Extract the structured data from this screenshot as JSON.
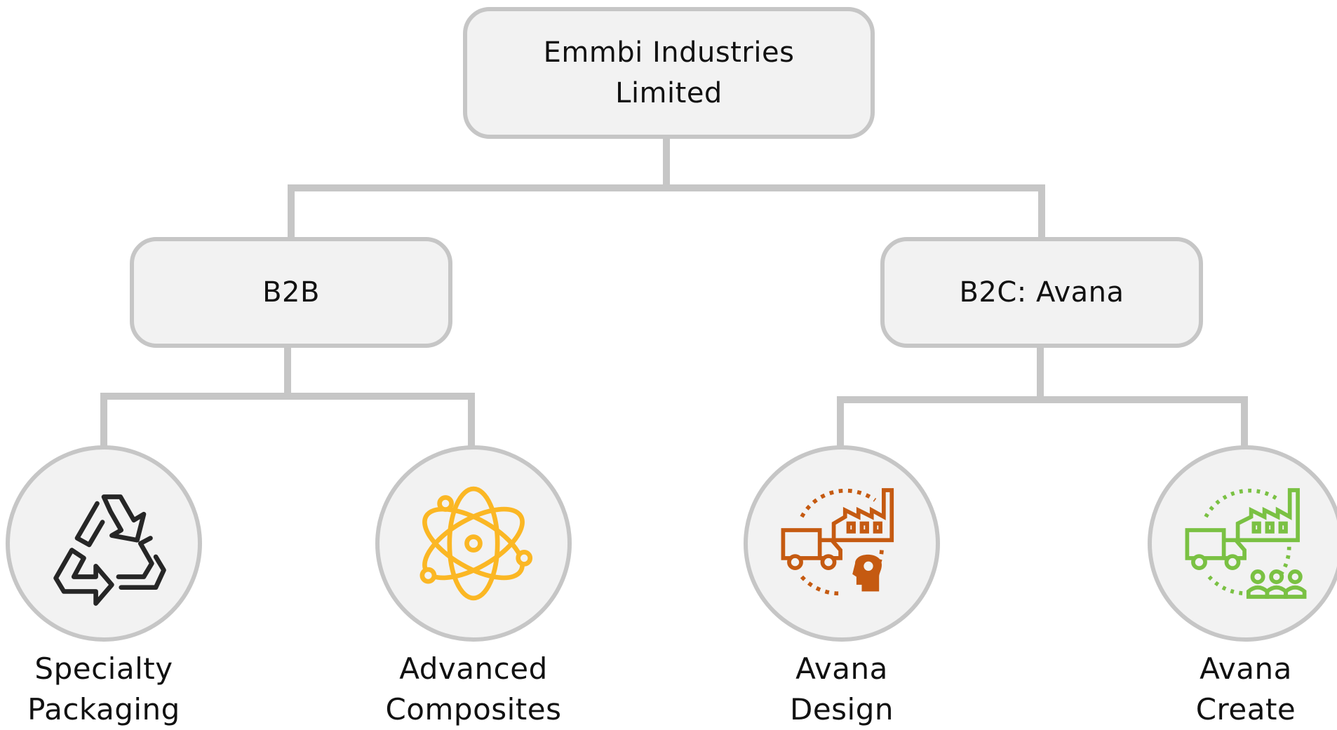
{
  "root": {
    "line1": "Emmbi Industries",
    "line2": "Limited"
  },
  "branches": [
    {
      "label": "B2B"
    },
    {
      "label": "B2C: Avana"
    }
  ],
  "leaves": [
    {
      "line1": "Specialty",
      "line2": "Packaging",
      "icon": "recycle-icon",
      "color": "#262626"
    },
    {
      "line1": "Advanced",
      "line2": "Composites",
      "icon": "atom-icon",
      "color": "#fbb724"
    },
    {
      "line1": "Avana",
      "line2": "Design",
      "icon": "design-supply-chain-icon",
      "color": "#c55a11"
    },
    {
      "line1": "Avana",
      "line2": "Create",
      "icon": "create-supply-chain-icon",
      "color": "#7ac143"
    }
  ],
  "colors": {
    "connector": "#c6c6c6",
    "node_fill": "#f2f2f2",
    "node_border": "#c6c6c6"
  }
}
